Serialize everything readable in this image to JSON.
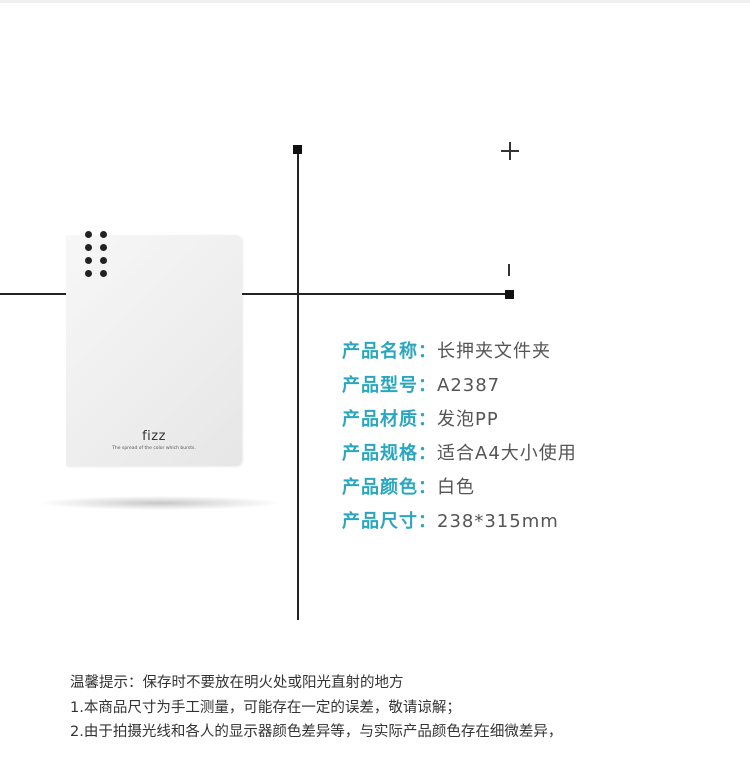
{
  "accent_color": "#2aa7bf",
  "product": {
    "brand": "fizz",
    "slogan": "The spread of the color which bursts."
  },
  "specs": [
    {
      "label": "产品名称",
      "sep": "：",
      "value": "长押夹文件夹"
    },
    {
      "label": "产品型号",
      "sep": "：",
      "value": "A2387"
    },
    {
      "label": "产品材质",
      "sep": "：",
      "value": "发泡PP"
    },
    {
      "label": "产品规格",
      "sep": "：",
      "value": "适合A4大小使用"
    },
    {
      "label": "产品颜色",
      "sep": "：",
      "value": "白色"
    },
    {
      "label": "产品尺寸",
      "sep": "：",
      "value": "238*315mm"
    }
  ],
  "notes": {
    "title": "温馨提示：保存时不要放在明火处或阳光直射的地方",
    "lines": [
      "1.本商品尺寸为手工测量，可能存在一定的误差，敬请谅解；",
      "2.由于拍摄光线和各人的显示器颜色差异等，与实际产品颜色存在细微差异，"
    ]
  }
}
